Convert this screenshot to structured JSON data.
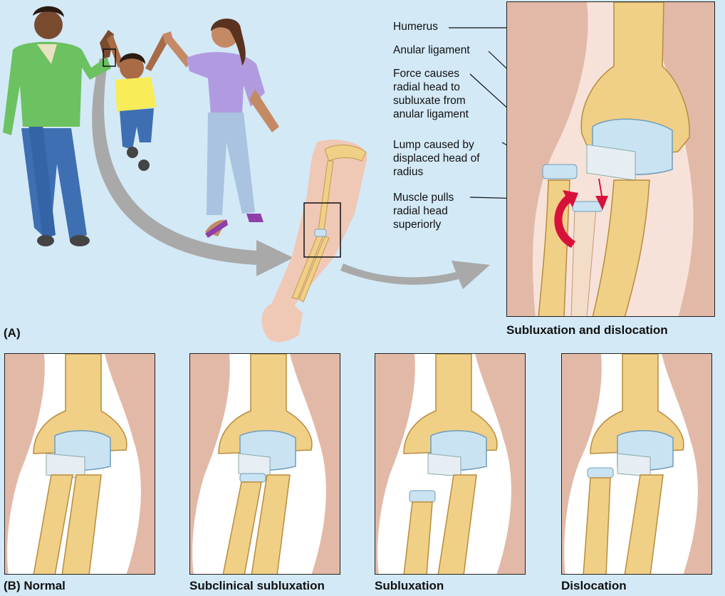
{
  "part_a": {
    "letter": "(A)",
    "panel_caption": "Subluxation and dislocation",
    "labels": {
      "humerus": "Humerus",
      "anular_ligament": "Anular ligament",
      "force": "Force causes\nradial head to\nsubluxate from\nanular ligament",
      "lump": "Lump caused by\ndisplaced head of\nradius",
      "muscle": "Muscle pulls\nradial head\nsuperiorly"
    }
  },
  "part_b": {
    "panels": [
      {
        "caption": "(B) Normal"
      },
      {
        "caption": "Subclinical subluxation"
      },
      {
        "caption": "Subluxation"
      },
      {
        "caption": "Dislocation"
      }
    ]
  },
  "colors": {
    "background": "#d3e9f6",
    "skin": "#e2b9a7",
    "bone": "#f0cf86",
    "cartilage": "#c9e3f2",
    "arrow": "#d8113b",
    "gray_arrow": "#a9a9a9"
  }
}
